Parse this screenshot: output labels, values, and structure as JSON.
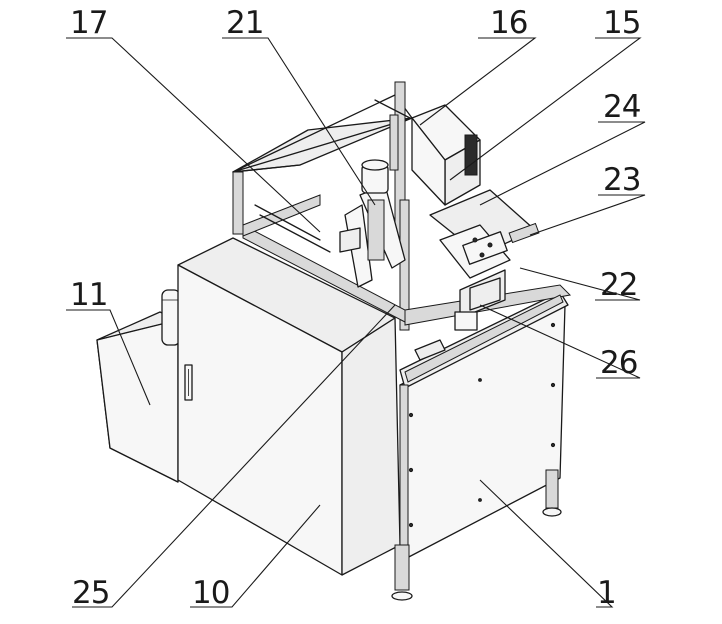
{
  "figure": {
    "callouts": [
      {
        "id": "c17",
        "label": "17"
      },
      {
        "id": "c21",
        "label": "21"
      },
      {
        "id": "c16",
        "label": "16"
      },
      {
        "id": "c15",
        "label": "15"
      },
      {
        "id": "c24",
        "label": "24"
      },
      {
        "id": "c23",
        "label": "23"
      },
      {
        "id": "c22",
        "label": "22"
      },
      {
        "id": "c26",
        "label": "26"
      },
      {
        "id": "c11",
        "label": "11"
      },
      {
        "id": "c25",
        "label": "25"
      },
      {
        "id": "c10",
        "label": "10"
      },
      {
        "id": "c1",
        "label": "1"
      }
    ]
  }
}
